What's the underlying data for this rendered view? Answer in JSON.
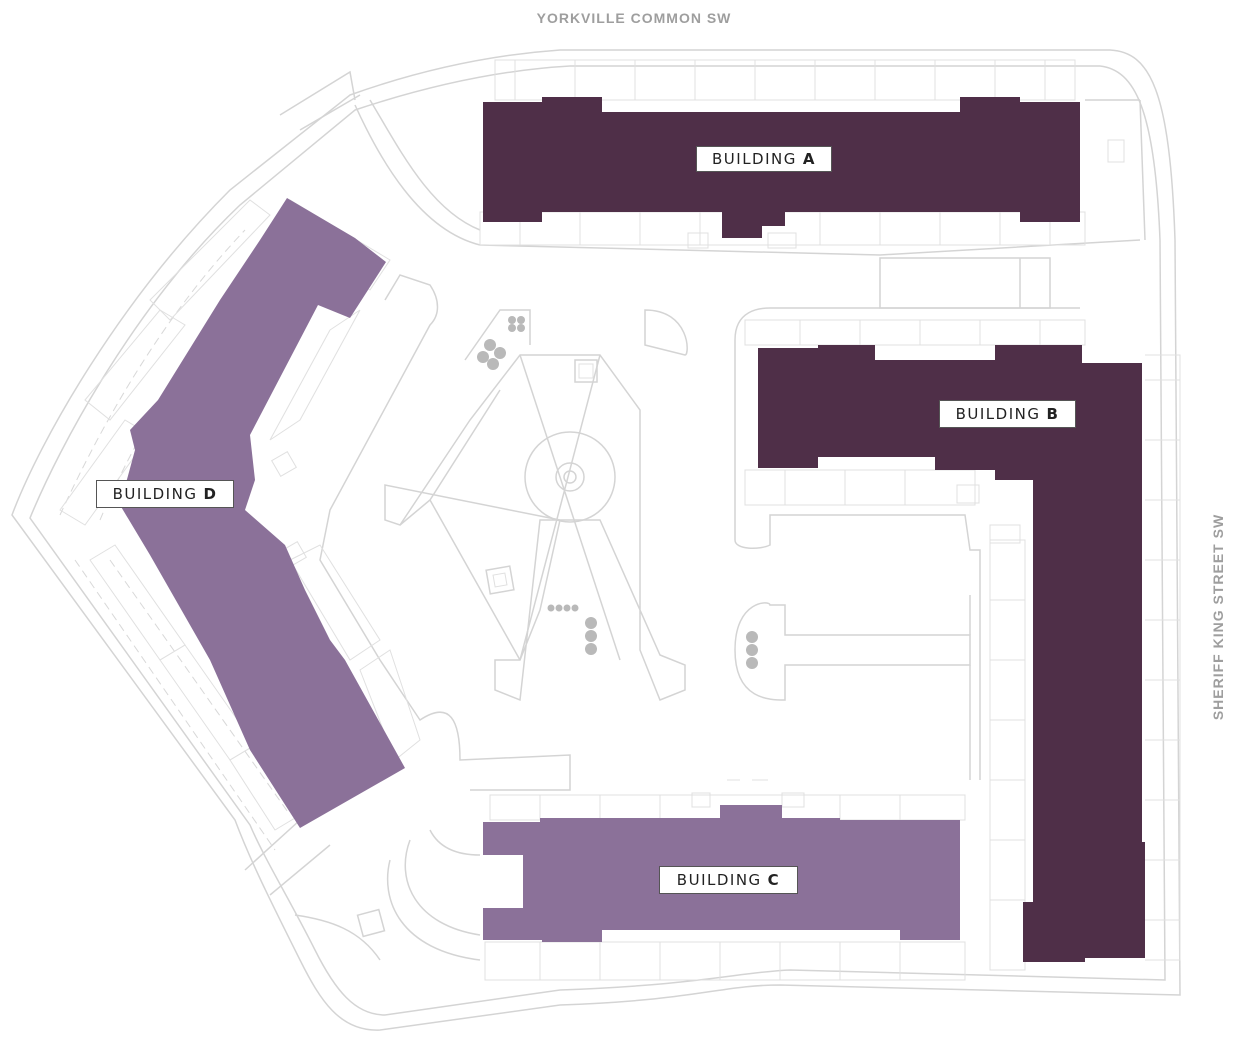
{
  "streets": {
    "north": "YORKVILLE COMMON SW",
    "east": "SHERIFF KING STREET SW"
  },
  "buildings": {
    "a": {
      "word": "BUILDING",
      "letter": "A"
    },
    "b": {
      "word": "BUILDING",
      "letter": "B"
    },
    "c": {
      "word": "BUILDING",
      "letter": "C"
    },
    "d": {
      "word": "BUILDING",
      "letter": "D"
    }
  },
  "colors": {
    "building_dark": "#4f2f48",
    "building_light": "#8b7199",
    "outline": "#d4d4d4",
    "street_text": "#9e9e9e"
  }
}
